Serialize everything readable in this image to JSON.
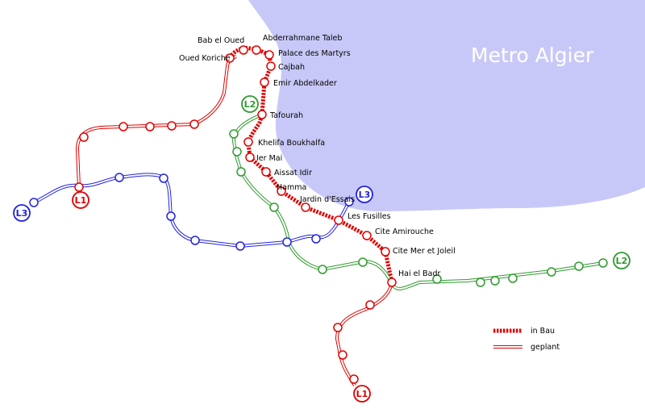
{
  "title": "Metro Algier",
  "colors": {
    "sea": "#c8c8f8",
    "l1": "#e00000",
    "l2": "#2e9b2e",
    "l3": "#2222e0"
  },
  "line_badges": [
    {
      "text": "L1"
    },
    {
      "text": "L1"
    },
    {
      "text": "L2"
    },
    {
      "text": "L2"
    },
    {
      "text": "L3"
    },
    {
      "text": "L3"
    }
  ],
  "stations": [
    {
      "name": "Bab el Oued"
    },
    {
      "name": "Abderrahmane Taleb"
    },
    {
      "name": "Oued Koriche"
    },
    {
      "name": "Palace des Martyrs"
    },
    {
      "name": "Cajbah"
    },
    {
      "name": "Emir Abdelkader"
    },
    {
      "name": "Tafourah"
    },
    {
      "name": "Khelifa Boukhalfa"
    },
    {
      "name": "Ier Mai"
    },
    {
      "name": "Aissat Idir"
    },
    {
      "name": "Hamma"
    },
    {
      "name": "Jardin d'Essais"
    },
    {
      "name": "Les Fusilles"
    },
    {
      "name": "Cite Amirouche"
    },
    {
      "name": "Cite Mer et Joleil"
    },
    {
      "name": "Hai el Badr"
    }
  ],
  "legend": {
    "under_construction": "in Bau",
    "planned": "geplant"
  }
}
